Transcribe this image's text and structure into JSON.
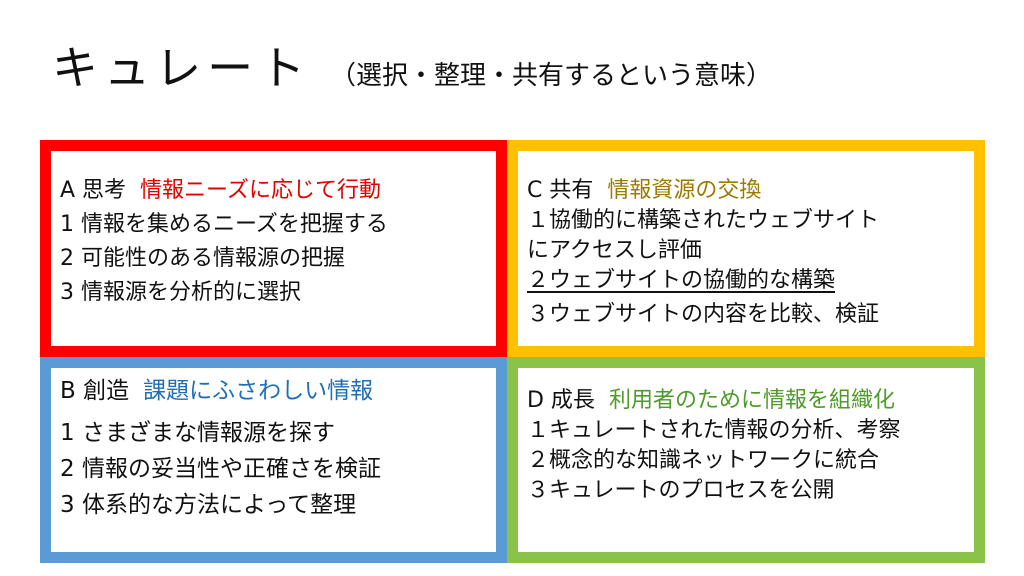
{
  "title": "キュレート",
  "subtitle": "（選択・整理・共有するという意味）",
  "colors": {
    "box_a": "#ff0000",
    "box_b": "#5b9bd5",
    "box_c": "#ffc000",
    "box_d": "#8ac349",
    "text_red": "#e00000",
    "text_blue": "#1f6fb8",
    "text_gold": "#9c7a00",
    "text_green": "#4e9a2a"
  },
  "quadrants": {
    "a": {
      "label": "A 思考",
      "highlight": "情報ニーズに応じて行動",
      "items": [
        "1 情報を集めるニーズを把握する",
        "2 可能性のある情報源の把握",
        "3 情報源を分析的に選択"
      ]
    },
    "b": {
      "label": "B 創造",
      "highlight": "課題にふさわしい情報",
      "items": [
        "1 さまざまな情報源を探す",
        "2 情報の妥当性や正確さを検証",
        "3 体系的な方法によって整理"
      ]
    },
    "c": {
      "label": "C 共有",
      "highlight": "情報資源の交換",
      "items": [
        "１協働的に構築されたウェブサイト",
        "にアクセスし評価",
        "２ウェブサイトの協働的な構築",
        "３ウェブサイトの内容を比較、検証"
      ]
    },
    "d": {
      "label": "D 成長",
      "highlight": "利用者のために情報を組織化",
      "items": [
        "１キュレートされた情報の分析、考察",
        "２概念的な知識ネットワークに統合",
        "３キュレートのプロセスを公開"
      ]
    }
  }
}
